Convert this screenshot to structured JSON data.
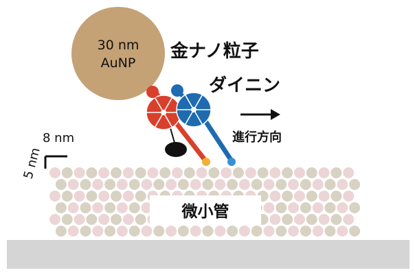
{
  "labels": {
    "aunp_size": "30 nm",
    "aunp_name": "AuNP",
    "gold_nanoparticle": "金ナノ粒子",
    "dynein": "ダイニン",
    "direction": "進行方向",
    "microtubule": "微小管",
    "scale_x": "8 nm",
    "scale_y": "5 nm"
  },
  "colors": {
    "gold": "#c4a276",
    "red_motor": "#d9402b",
    "blue_motor": "#1e6bb0",
    "cargo": "#111111",
    "tip": "#f2b134",
    "tip_blue": "#3a8fd6",
    "tubulin_pink": "#ecd5d6",
    "tubulin_tan": "#d8d2c3",
    "surface": "#d5d5d5"
  }
}
